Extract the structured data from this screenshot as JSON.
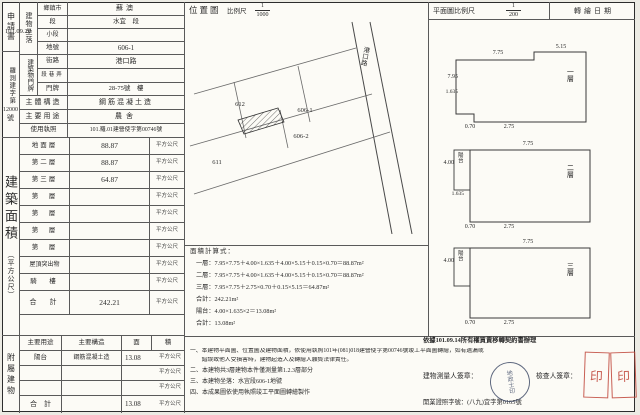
{
  "colors": {
    "seal_red": "#bf4438",
    "ink": "#2b2b2b",
    "paper": "#fcfbf6"
  },
  "left_margin": {
    "applicant_label": "申請書",
    "date": "101.09.20",
    "case_prefix": "羅測建字第",
    "case_number": "12000",
    "case_suffix": "號"
  },
  "site": {
    "group_label": "建物坐落",
    "rows": [
      {
        "label": "鄉鎮市",
        "value": "蘇澳"
      },
      {
        "label": "段",
        "value": "水宜　段"
      },
      {
        "label": "小段",
        "value": ""
      },
      {
        "label": "地號",
        "value": "606-1"
      }
    ]
  },
  "address": {
    "group_label": "建築物門牌",
    "rows": [
      {
        "label": "街路",
        "value": "港口路"
      },
      {
        "label": "段巷弄",
        "value": ""
      },
      {
        "label": "門牌",
        "value": "28-75號　樓"
      }
    ]
  },
  "structure_row": {
    "label": "主體構造",
    "value": "鋼筋混凝土造"
  },
  "usage_row": {
    "label": "主要用途",
    "value": "農舍"
  },
  "license_row": {
    "label": "使用執照",
    "value": "101.羅.01建營使字第00746號"
  },
  "building_area": {
    "side_title": "建築面積",
    "side_unit": "（平方公尺）",
    "unit": "平方公尺",
    "rows": [
      {
        "label": "地面層",
        "value": "88.87"
      },
      {
        "label": "第二層",
        "value": "88.87"
      },
      {
        "label": "第三層",
        "value": "64.87"
      },
      {
        "label": "第　層",
        "value": ""
      },
      {
        "label": "第　層",
        "value": ""
      },
      {
        "label": "第　層",
        "value": ""
      },
      {
        "label": "第　層",
        "value": ""
      },
      {
        "label": "屋頂突出物",
        "value": ""
      },
      {
        "label": "騎　樓",
        "value": ""
      },
      {
        "label": "合　計",
        "value": "242.21"
      }
    ]
  },
  "accessory": {
    "side_title": "附屬建物",
    "headers": {
      "usage": "主要用途",
      "structure": "主要構造",
      "area_a": "面",
      "area_b": "積"
    },
    "unit": "平方公尺",
    "rows": [
      {
        "usage": "陽台",
        "structure": "鋼筋混凝土造",
        "area": "13.08"
      },
      {
        "usage": "",
        "structure": "",
        "area": ""
      },
      {
        "usage": "",
        "structure": "",
        "area": ""
      },
      {
        "usage": "合　計",
        "structure": "",
        "area": "13.08"
      }
    ]
  },
  "map_header": {
    "title": "位置圖",
    "scale_label": "比例尺",
    "num": "1",
    "den": "1000"
  },
  "plan_header": {
    "scale_label": "平面圖比例尺",
    "num": "1",
    "den": "200",
    "date_label": "轉繪日期"
  },
  "map": {
    "parcels": [
      "612",
      "606-1",
      "606-2",
      "611"
    ],
    "road_label": "港口路"
  },
  "floors": [
    {
      "name": "一層",
      "d_top": "7.75",
      "d_top_right": "5.15",
      "d_left": "7.95",
      "d_left_small": "1.635",
      "d_bottom_left": "0.70",
      "d_bottom": "2.75"
    },
    {
      "name": "二層",
      "balcony_label": "陽台",
      "d_top": "7.75",
      "d_balcony": "4.00",
      "d_left_small": "1.635",
      "d_bottom_left": "0.70",
      "d_bottom": "2.75"
    },
    {
      "name": "三層",
      "balcony_label": "陽台",
      "d_top": "7.75",
      "d_balcony": "4.00",
      "d_bottom_left": "0.70",
      "d_bottom": "2.75"
    }
  ],
  "calc": {
    "title": "面積計算式：",
    "lines": [
      "一層：7.95×7.75＋4.00×1.635＋4.00×5.15＋0.15×0.70＝88.87m²",
      "二層：7.95×7.75＋4.00×1.635＋4.00×5.15＋0.15×0.70＝88.87m²",
      "三層：7.95×7.75＋2.75×0.70＋0.15×5.15＝64.87m²",
      "合計：242.21m²",
      "陽台：4.00×1.635×2＝13.08m²",
      "合計：13.08m²"
    ]
  },
  "notes": {
    "ref": "依據101.09.14所有權買賣移轉契約書辦理",
    "line1": "一、本建物平面圖、位置圖及建物面積，依使用執照101年(081)018建營使字第00746號竣工平面圖轉繪，如有遺漏或",
    "line2": "　　錯誤致他人受損害時，建物起造人及轉繪人願負法律責任。",
    "line3": "二、本建物共3層建物本件僅測量第1.2.3層部分",
    "line4": "三、本建物坐落：水宜段606-1地號",
    "line5": "四、本成果圖依使用執照竣工平面圖轉繪製作",
    "sig1_label": "建物測量人簽章：",
    "sig2_label": "檢查人簽章：",
    "license": "開業證照字號：(八九)宜字第0165號",
    "round_seal_text": "地政士印",
    "seal_text": "印"
  }
}
